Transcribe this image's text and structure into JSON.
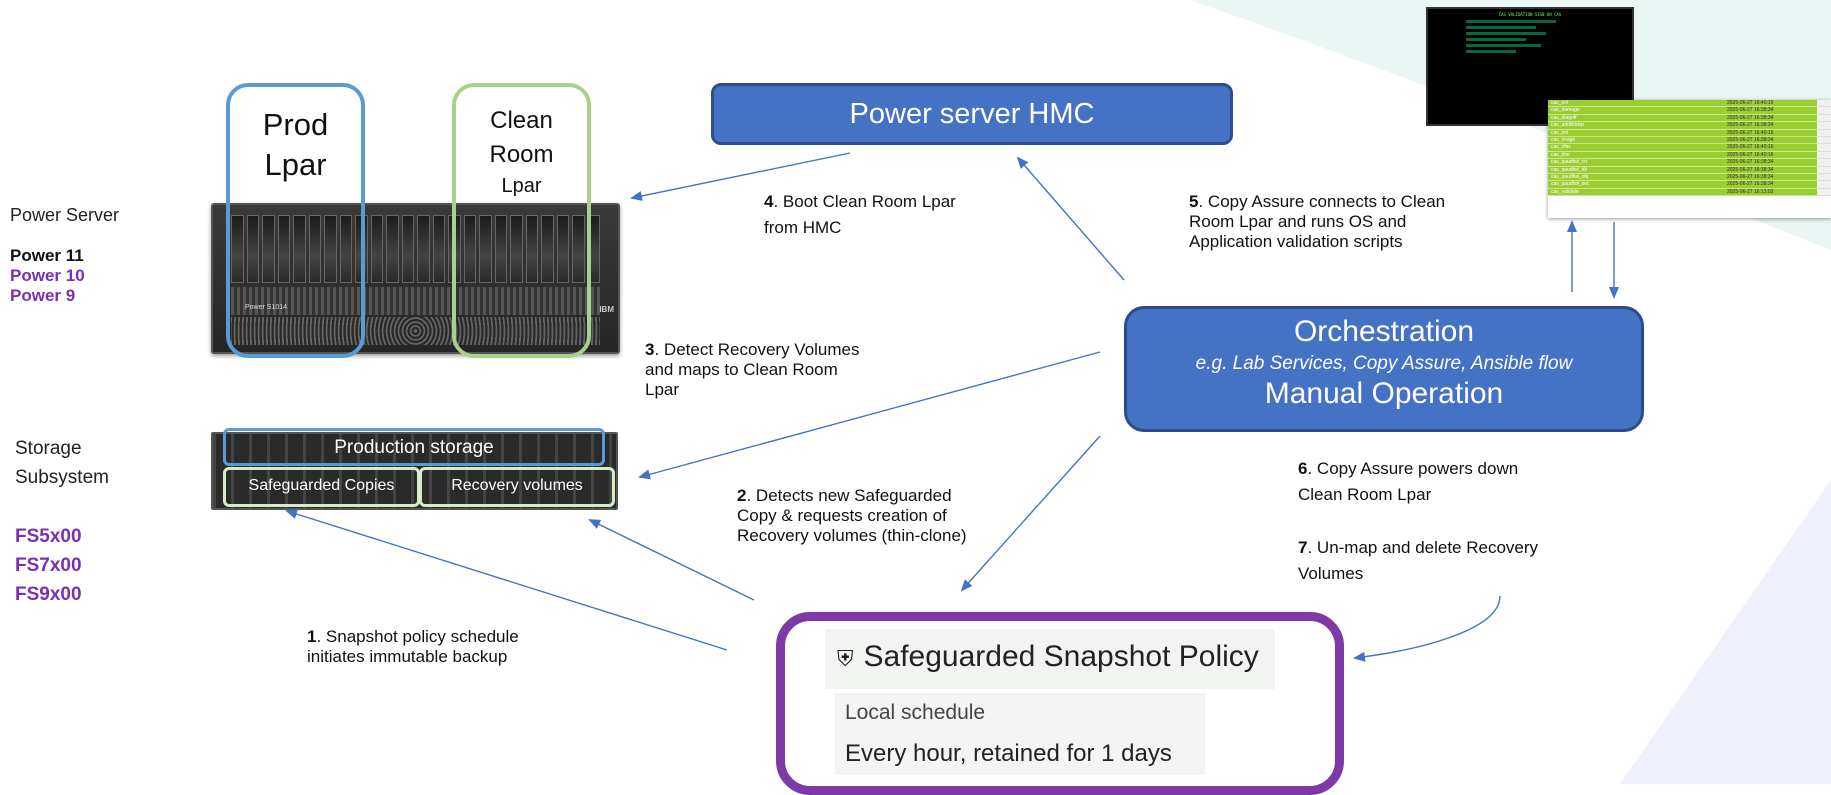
{
  "left_labels": {
    "power_server": "Power Server",
    "power_models": [
      "Power 11",
      "Power 10",
      "Power 9"
    ],
    "storage_subsystem_1": "Storage",
    "storage_subsystem_2": "Subsystem",
    "fs_models": [
      "FS5x00",
      "FS7x00",
      "FS9x00"
    ]
  },
  "server": {
    "model_text": "Power S1014",
    "brand_text": "IBM",
    "prod_lpar_line1": "Prod",
    "prod_lpar_line2": "Lpar",
    "clean_line1": "Clean",
    "clean_line2": "Room",
    "clean_line3": "Lpar"
  },
  "storage": {
    "production": "Production storage",
    "safeguarded": "Safeguarded Copies",
    "recovery": "Recovery volumes"
  },
  "hmc": {
    "title": "Power server HMC"
  },
  "orchestration": {
    "title": "Orchestration",
    "subtitle": "e.g. Lab Services, Copy Assure, Ansible flow",
    "manual": "Manual Operation"
  },
  "steps": {
    "s1_num": "1",
    "s1_text": ". Snapshot policy schedule",
    "s1_text2": "initiates immutable backup",
    "s2_num": "2",
    "s2_text": ". Detects new Safeguarded",
    "s2_text2": "Copy & requests creation of",
    "s2_text3": "Recovery volumes (thin-clone)",
    "s3_num": "3",
    "s3_text": ". Detect Recovery Volumes",
    "s3_text2": "and maps to Clean Room",
    "s3_text3": "Lpar",
    "s4_num": "4",
    "s4_text": ". Boot Clean Room Lpar",
    "s4_text2": "from HMC",
    "s5_num": "5",
    "s5_text": ". Copy Assure connects to Clean",
    "s5_text2": "Room Lpar and runs OS and",
    "s5_text3": "Application validation scripts",
    "s6_num": "6",
    "s6_text": ". Copy Assure powers down",
    "s6_text2": "Clean Room Lpar",
    "s7_num": "7",
    "s7_text": ". Un-map and delete Recovery",
    "s7_text2": "Volumes"
  },
  "policy": {
    "title": "Safeguarded Snapshot Policy",
    "subtitle": "Local schedule",
    "value": "Every hour, retained for 1 days"
  },
  "colors": {
    "accent_blue": "#4472c4",
    "prod_border": "#5b9bd5",
    "clean_border": "#a9d18e",
    "policy_border": "#7d3aa6",
    "purple_text": "#7a2fb4",
    "arrow": "#4472c4"
  },
  "validation_table": {
    "rows": [
      [
        "cas_init",
        "2025-06-27 16:40:16"
      ],
      [
        "cas_damage",
        "2025-06-27 16:38:34"
      ],
      [
        "cas_diagoff",
        "2025-06-27 16:38:34"
      ],
      [
        "cas_addlibldsp",
        "2025-06-27 16:38:34"
      ],
      [
        "cas_init",
        "2025-06-27 16:40:16"
      ],
      [
        "cas_image",
        "2025-06-27 16:38:34"
      ],
      [
        "cas_nfss",
        "2025-06-27 16:40:16"
      ],
      [
        "cas_dso",
        "2025-06-27 16:40:16"
      ],
      [
        "cas_qaudfwl_crt",
        "2025-06-27 16:38:34"
      ],
      [
        "cas_qaudfwl_dlt",
        "2025-06-27 16:38:34"
      ],
      [
        "cas_qaudfwl_obj",
        "2025-06-27 16:38:34"
      ],
      [
        "cas_qaudfwl_sec",
        "2025-06-27 16:38:34"
      ],
      [
        "cas_validate",
        "2025-06-27 16:13:02"
      ]
    ]
  },
  "terminal": {
    "title": "CAS VALIDATION SIGN ON CAS"
  }
}
